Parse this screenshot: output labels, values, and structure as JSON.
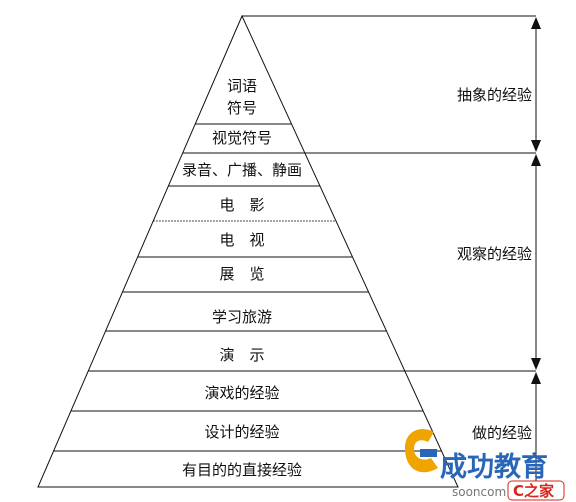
{
  "pyramid": {
    "tiers": [
      {
        "lines": [
          "词语",
          "符号"
        ]
      },
      {
        "lines": [
          "视觉符号"
        ]
      },
      {
        "lines": [
          "录音、广播、静画"
        ]
      },
      {
        "lines": [
          "电　影"
        ]
      },
      {
        "lines": [
          "电　视"
        ]
      },
      {
        "lines": [
          "展　览"
        ]
      },
      {
        "lines": [
          "学习旅游"
        ]
      },
      {
        "lines": [
          "演　示"
        ]
      },
      {
        "lines": [
          "演戏的经验"
        ]
      },
      {
        "lines": [
          "设计的经验"
        ]
      },
      {
        "lines": [
          "有目的的直接经验"
        ]
      }
    ]
  },
  "groups": [
    {
      "label": "抽象的经验"
    },
    {
      "label": "观察的经验"
    },
    {
      "label": "做的经验"
    }
  ],
  "watermark": {
    "text": "成功教育",
    "sub": "sooncom",
    "badge": "C之家",
    "colors": {
      "primary": "#2a66b8",
      "accent": "#f0a400",
      "badge": "#d9261c"
    }
  }
}
